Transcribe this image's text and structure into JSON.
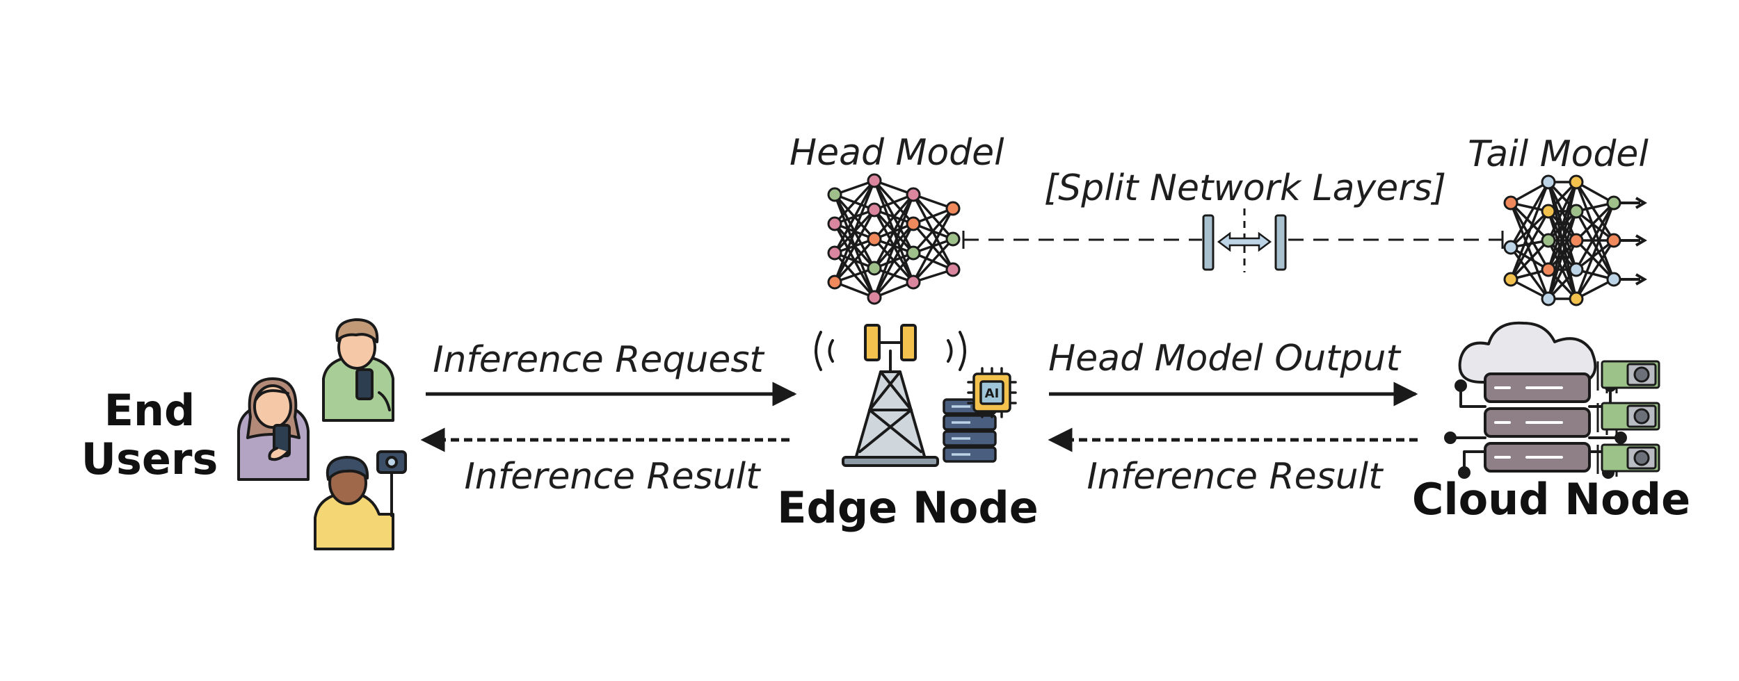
{
  "end_users": {
    "label_line1": "End",
    "label_line2": "Users"
  },
  "edge": {
    "label": "Edge Node",
    "chip_text": "AI"
  },
  "cloud": {
    "label": "Cloud Node"
  },
  "head_model": {
    "label": "Head Model"
  },
  "tail_model": {
    "label": "Tail Model"
  },
  "split": {
    "label": "[Split Network Layers]"
  },
  "arrows": {
    "inference_request": "Inference Request",
    "inference_result_edge": "Inference Result",
    "head_model_output": "Head Model Output",
    "inference_result_cloud": "Inference Result"
  },
  "colors": {
    "ink": "#1a1a1a",
    "node_green": "#9fc08a",
    "node_pink": "#d9869e",
    "node_orange": "#f08a5d",
    "node_blue": "#bcd4e6",
    "node_yellow": "#f2c14e",
    "server_gray": "#8e8086",
    "gpu_green": "#9cc28a"
  }
}
